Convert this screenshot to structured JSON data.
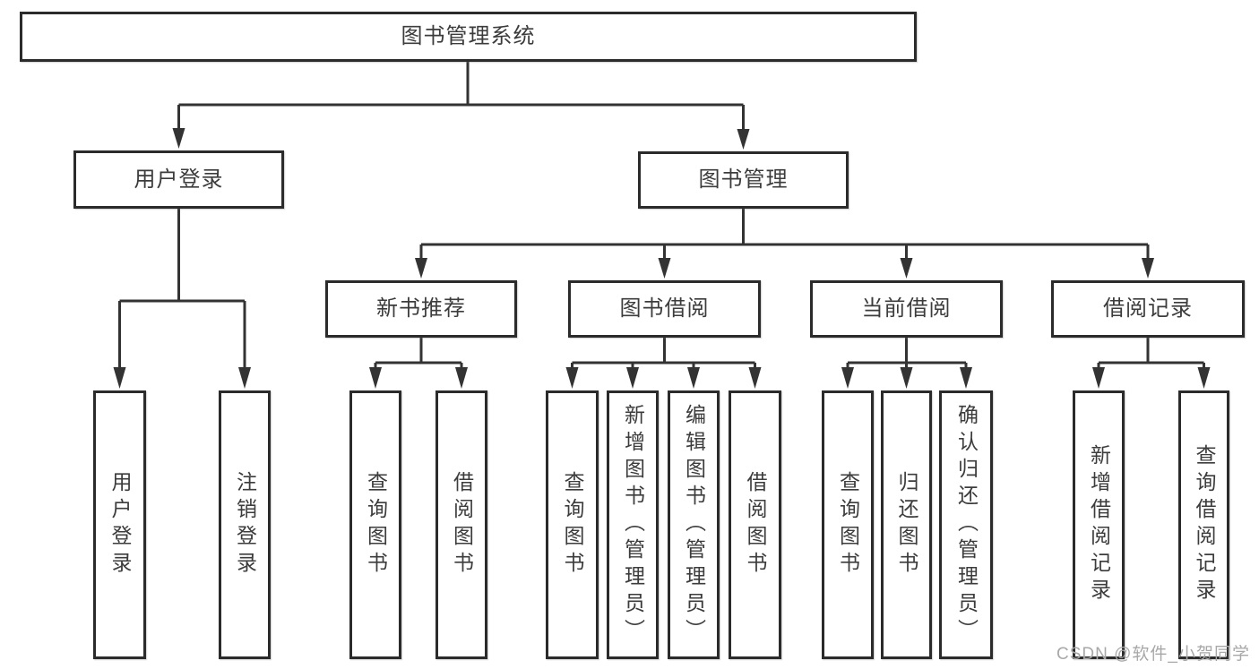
{
  "diagram": {
    "root": {
      "label": "图书管理系统"
    },
    "level2": [
      {
        "id": "user-login",
        "label": "用户登录"
      },
      {
        "id": "book-management",
        "label": "图书管理"
      }
    ],
    "level3": [
      {
        "id": "new-book-recommend",
        "label": "新书推荐",
        "parent": "book-management"
      },
      {
        "id": "book-borrow",
        "label": "图书借阅",
        "parent": "book-management"
      },
      {
        "id": "current-borrow",
        "label": "当前借阅",
        "parent": "book-management"
      },
      {
        "id": "borrow-records",
        "label": "借阅记录",
        "parent": "book-management"
      }
    ],
    "leaves": [
      {
        "label": "用户登录",
        "parent": "user-login"
      },
      {
        "label": "注销登录",
        "parent": "user-login"
      },
      {
        "label": "查询图书",
        "parent": "new-book-recommend"
      },
      {
        "label": "借阅图书",
        "parent": "new-book-recommend"
      },
      {
        "label": "查询图书",
        "parent": "book-borrow"
      },
      {
        "label": "新增图书（管理员）",
        "parent": "book-borrow"
      },
      {
        "label": "编辑图书（管理员）",
        "parent": "book-borrow"
      },
      {
        "label": "借阅图书",
        "parent": "book-borrow"
      },
      {
        "label": "查询图书",
        "parent": "current-borrow"
      },
      {
        "label": "归还图书",
        "parent": "current-borrow"
      },
      {
        "label": "确认归还（管理员）",
        "parent": "current-borrow"
      },
      {
        "label": "新增借阅记录",
        "parent": "borrow-records"
      },
      {
        "label": "查询借阅记录",
        "parent": "borrow-records"
      }
    ]
  },
  "watermark": {
    "text": "CSDN @软件_小贺同学"
  },
  "colors": {
    "border": "#2b2b2b",
    "line": "#333333",
    "text": "#3c3c3c",
    "watermark": "#a8a8a8",
    "background": "#ffffff"
  }
}
